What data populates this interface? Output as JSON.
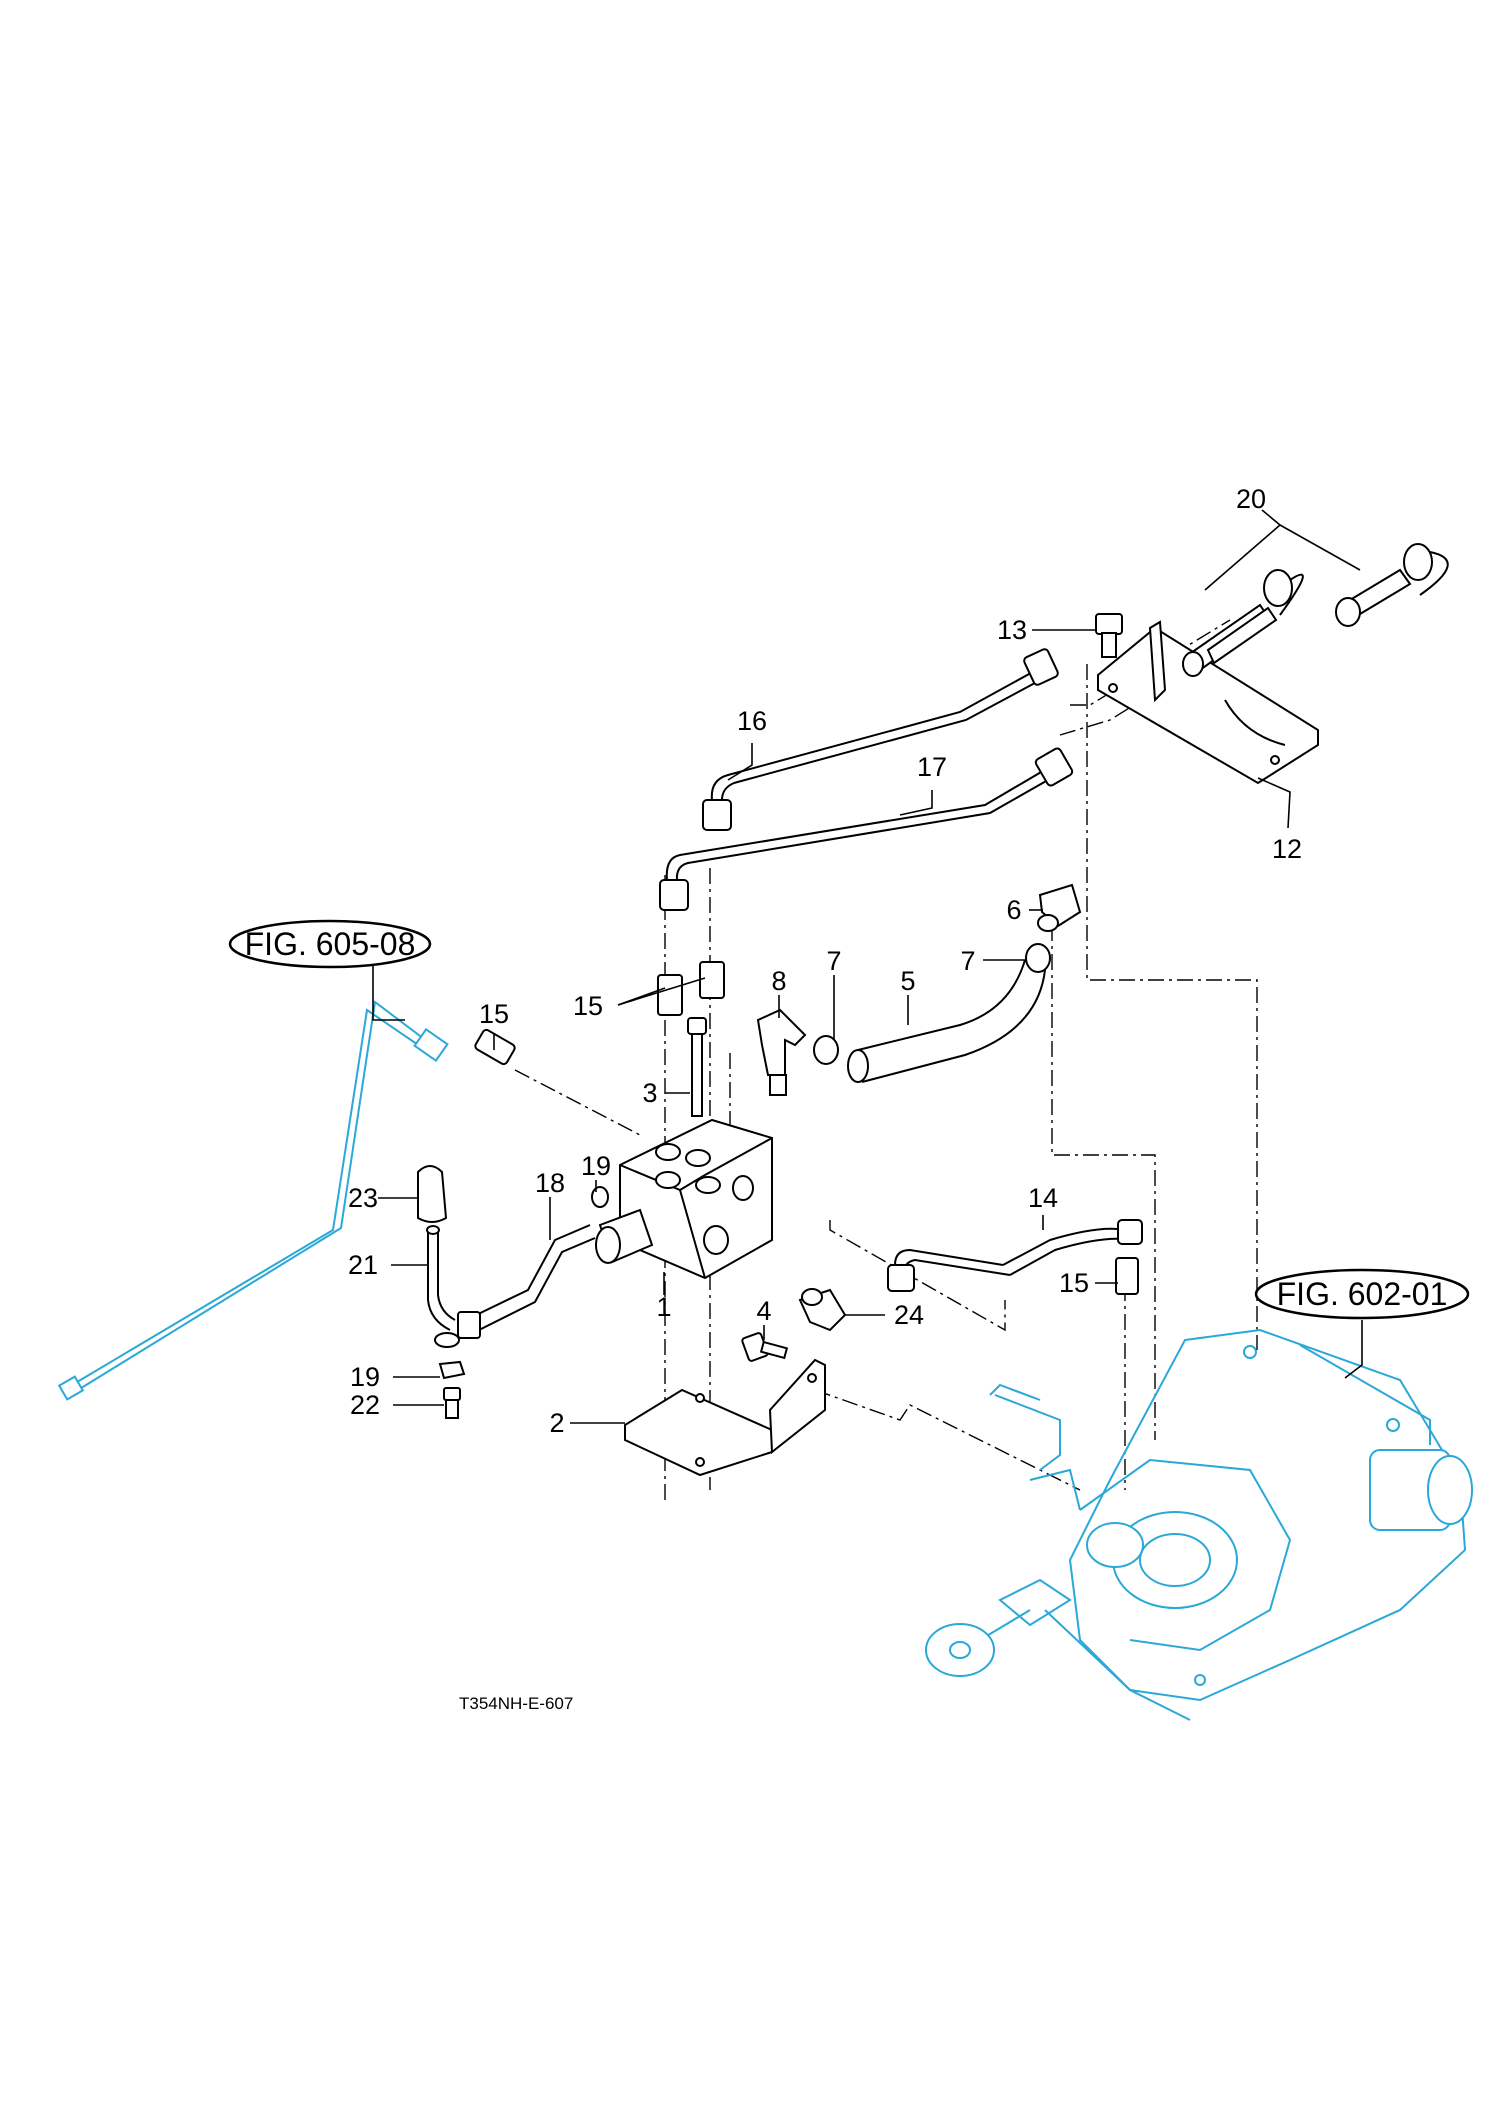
{
  "figure_code": "T354NH-E-607",
  "references": [
    {
      "id": "ref-605",
      "label": "FIG. 605-08"
    },
    {
      "id": "ref-602",
      "label": "FIG. 602-01"
    }
  ],
  "callouts": {
    "c1": "1",
    "c2": "2",
    "c3": "3",
    "c4": "4",
    "c5": "5",
    "c6": "6",
    "c7a": "7",
    "c7b": "7",
    "c8": "8",
    "c12": "12",
    "c13": "13",
    "c14": "14",
    "c15a": "15",
    "c15b": "15",
    "c15c": "15",
    "c16": "16",
    "c17": "17",
    "c18": "18",
    "c19a": "19",
    "c19b": "19",
    "c20": "20",
    "c21": "21",
    "c22": "22",
    "c23": "23",
    "c24": "24"
  },
  "colors": {
    "line": "#000000",
    "reference_part": "#2aa8d8",
    "background": "#ffffff"
  }
}
